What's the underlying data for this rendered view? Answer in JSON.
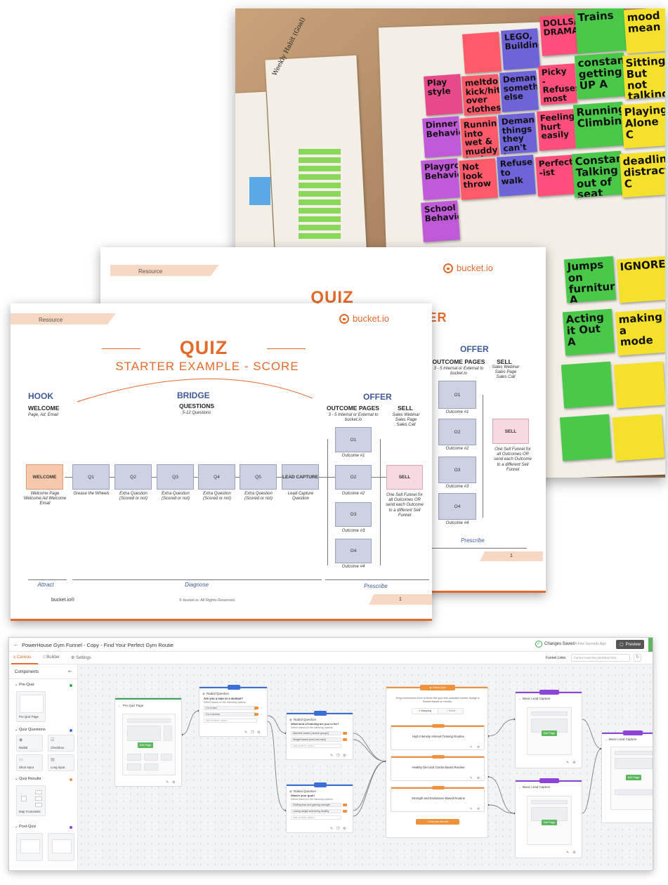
{
  "photo": {
    "notes_col1": [
      "Play style",
      "Dinner Behavior",
      "Playground Behavior",
      "School Behavior"
    ],
    "notes_col2": [
      "meltdown kick/hit over clothes",
      "Running into wet & muddy body",
      "Not look throw"
    ],
    "notes_col3": [
      "LEGO, Building",
      "Demand something else",
      "Demanding things they can't have",
      "Refuse to walk"
    ],
    "notes_col4": [
      "DOLLS/ DRAMA",
      "Picky - Refuses most",
      "Feelings hurt easily",
      "Perfection -ist"
    ],
    "notes_col5": [
      "Trains",
      "constantly getting UP A",
      "Running, Climbing",
      "Constantly Talking out of seat"
    ],
    "notes_col6": [
      "mood mean",
      "Sitting But not talking",
      "Playing Alone C",
      "deadline distraction C"
    ],
    "notes_lower": [
      "Jumps on furniture A",
      "IGNORE",
      "Acting it Out A",
      "making a mode"
    ],
    "wall_note": "Weekly Habit (Goal)"
  },
  "slide_back": {
    "resource": "Resource",
    "logo": "bucket.io",
    "title": "QUIZ",
    "title_tail": "ER",
    "offer": "OFFER",
    "outcome_pages": "OUTCOME PAGES",
    "outcome_sub": "3 - 5 Internal or External to bucket.io",
    "sell": "SELL",
    "sell_sub": "Sales Webinar Sales Page Sales Call",
    "outcomes": [
      "O1",
      "O2",
      "O3",
      "O4"
    ],
    "outcome_labels": [
      "Outcome #1",
      "Outcome #2",
      "Outcome #3",
      "Outcome #4"
    ],
    "sell_box": "SELL",
    "sell_note": "One Sell Funnel for all Outcomes OR send each Outcome to a different Sell Funnel",
    "prescribe": "Prescribe",
    "page": "1"
  },
  "slide_front": {
    "resource": "Resource",
    "logo": "bucket.io",
    "title": "QUIZ",
    "subtitle": "STARTER EXAMPLE - SCORE",
    "hook": "HOOK",
    "welcome_head": "WELCOME",
    "welcome_sub": "Page, Ad, Email",
    "bridge": "BRIDGE",
    "questions_head": "QUESTIONS",
    "questions_sub": "5-12 Questions",
    "offer": "OFFER",
    "outcome_pages": "OUTCOME PAGES",
    "outcome_sub": "3 - 5 Internal or External to bucket.io",
    "sell": "SELL",
    "sell_sub": "Sales Webinar Sales Page Sales Call",
    "flow": [
      {
        "label": "WELCOME",
        "note": "Welcome Page Welcome Ad Welcome Email"
      },
      {
        "label": "Q1",
        "note": "Grease the Wheels"
      },
      {
        "label": "Q2",
        "note": "Extra Question (Scored or not)"
      },
      {
        "label": "Q3",
        "note": "Extra Question (Scored or not)"
      },
      {
        "label": "Q4",
        "note": "Extra Question (Scored or not)"
      },
      {
        "label": "Q5",
        "note": "Extra Question (Scored or not)"
      },
      {
        "label": "LEAD CAPTURE",
        "note": "Lead Capture Question"
      }
    ],
    "outcomes": [
      "O1",
      "O2",
      "O3",
      "O4"
    ],
    "outcome_labels": [
      "Outcome #1",
      "Outcome #2",
      "Outcome #3",
      "Outcome #4"
    ],
    "sell_box": "SELL",
    "sell_note": "One Sell Funnel for all Outcomes OR send each Outcome to a different Sell Funnel",
    "attract": "Attract",
    "diagnose": "Diagnose",
    "prescribe": "Prescribe",
    "footer_brand": "bucket.io®",
    "footer_copy": "© bucket.io. All Rights Reserved.",
    "page": "1"
  },
  "app": {
    "title": "PowerHouse Gym Funnel - Copy - Find Your Perfect Gym Routie",
    "saved": "Changes Saved",
    "saved_time": "A Few Seconds Ago",
    "preview": "Preview",
    "tabs": [
      "Canvas",
      "Builder",
      "Settings"
    ],
    "funnel_links_label": "Funnel Links",
    "funnel_links_placeholder": "Funnel must be published first...",
    "sidebar": {
      "title": "Components",
      "sections": [
        {
          "name": "Pre-Quiz",
          "color": "#3aa757",
          "items": [
            "Pre Quiz Page"
          ]
        },
        {
          "name": "Quiz Questions",
          "color": "#3b6fd6",
          "items": [
            "Radial",
            "Checkbox",
            "Short Input",
            "Long Input"
          ]
        },
        {
          "name": "Quiz Results",
          "color": "#f0913c",
          "items": [
            "Map To Buckets"
          ]
        },
        {
          "name": "Post-Quiz",
          "color": "#8e44d6",
          "items": []
        }
      ]
    },
    "nodes": {
      "prequiz": {
        "title": "Pre Quiz Page",
        "button": "Edit Page"
      },
      "q1": {
        "type": "Radial Question",
        "question": "Are you a man or a woman?",
        "hint": "Select based on the following options:",
        "options": [
          "I'm a man",
          "I'm a woman"
        ],
        "add": "Add another option..."
      },
      "q2": {
        "type": "Radial Question",
        "question": "What kind of training are you in for?",
        "hint": "Select based on the following options:",
        "options": [
          "Machine based (muscle groups)",
          "Weight based (cost and reps)"
        ],
        "add": "Add another option..."
      },
      "q3": {
        "type": "Radial Question",
        "question": "What's your goal?",
        "hint": "Select based on the following options:",
        "options": [
          "Getting lean and gaining strength",
          "Losing weight and being healthy"
        ],
        "add": "Add another option..."
      },
      "results": {
        "badge": "Finish Quiz",
        "help": "Drag connections here to finish the quiz and calculate results. Assign a Bucket based on results.",
        "toggle": [
          "Mapping",
          "Score"
        ],
        "buckets": [
          "High Intensity Interval Training Routine",
          "Healthy Diet and Cardio Based Routine",
          "Strength and Endurance Based Routine"
        ],
        "add": "+ Add new Bucket"
      },
      "lc1": {
        "title": "Basic Lead Capture",
        "button": "Edit Page"
      },
      "lc2": {
        "title": "Basic Lead Capture",
        "button": "Edit Page"
      },
      "lc3": {
        "title": "Basic Lead Capture",
        "button": "Edit Page"
      }
    }
  }
}
